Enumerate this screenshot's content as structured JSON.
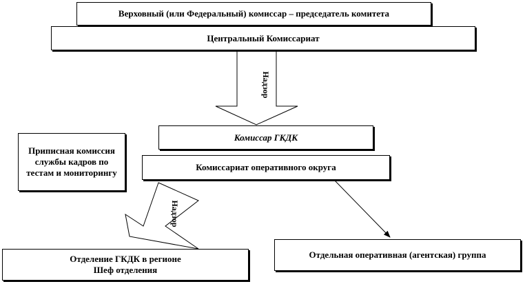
{
  "boxes": {
    "supreme": "Верховный (или Федеральный) комиссар – председатель комитета",
    "central": "Центральный Комиссариат",
    "commissar": "Комиссар ГКДК",
    "district": "Комиссариат оперативного округа",
    "commission": "Приписная комиссия службы кадров по тестам и мониторингу",
    "branch_line1": "Отделение ГКДК в регионе",
    "branch_line2": "Шеф отделения",
    "group": "Отдельная оперативная (агентская) группа"
  },
  "arrows": {
    "oversight_top": "Надзор",
    "oversight_bottom": "Надзор"
  }
}
